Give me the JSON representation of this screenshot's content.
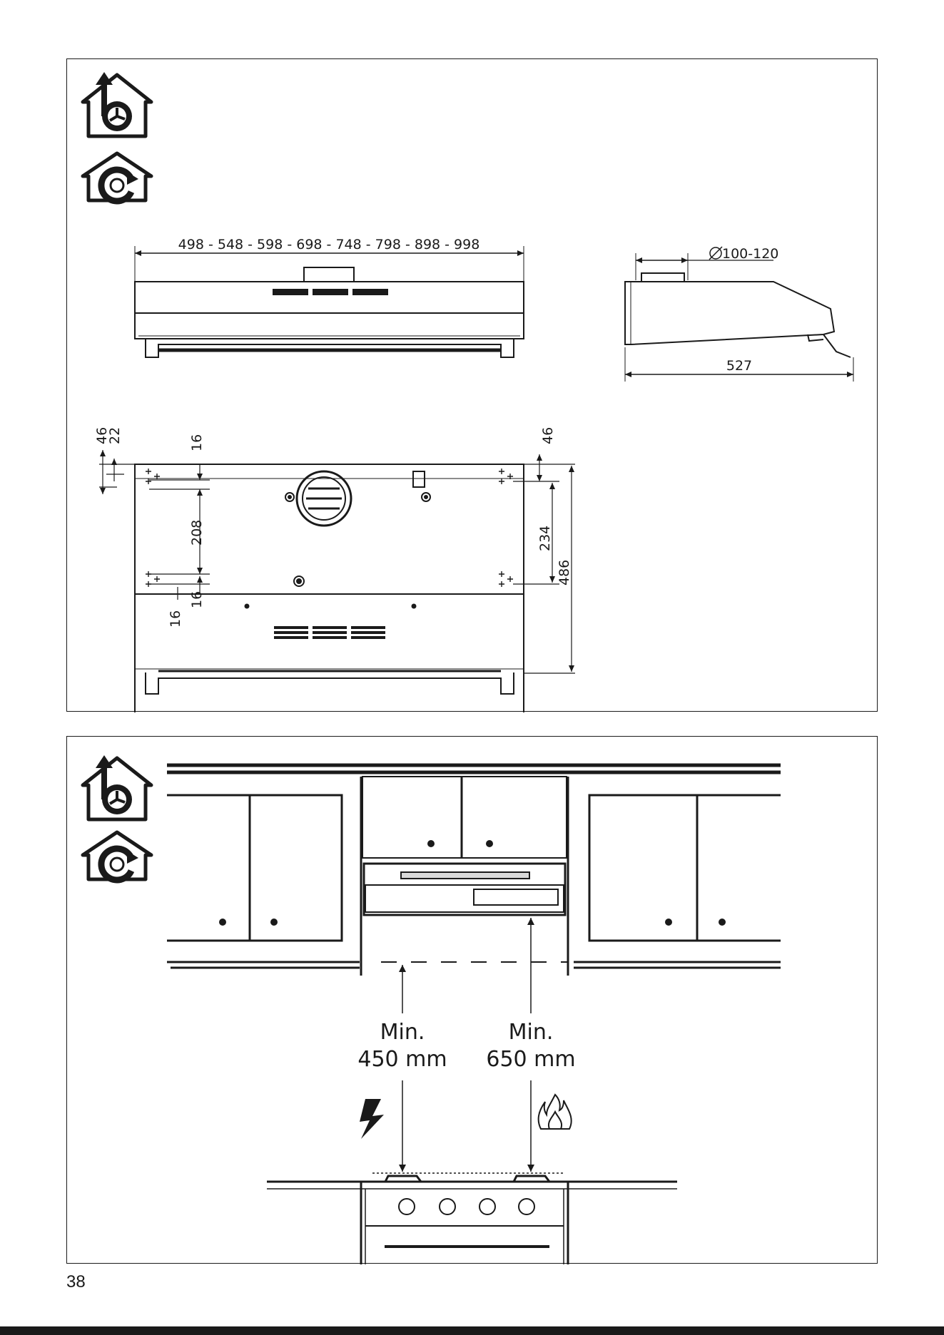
{
  "page_number": "38",
  "top_diagram": {
    "width_options": "498 - 548 - 598 - 698 - 748 - 798 - 898 - 998",
    "duct_diameter": "100-120",
    "depth": "527",
    "dims": {
      "d46_left": "46",
      "d22": "22",
      "d16_top": "16",
      "d208": "208",
      "d16_mid": "16",
      "d16_low": "16",
      "d46_right": "46",
      "d234": "234",
      "d486": "486"
    }
  },
  "bottom_diagram": {
    "electric": {
      "min_label": "Min.",
      "distance": "450 mm"
    },
    "gas": {
      "min_label": "Min.",
      "distance": "650 mm"
    }
  },
  "icons": {
    "extraction": "house-fan-extraction-icon",
    "recirculation": "house-fan-recirculation-icon",
    "electric": "lightning-icon",
    "gas": "flame-icon"
  }
}
